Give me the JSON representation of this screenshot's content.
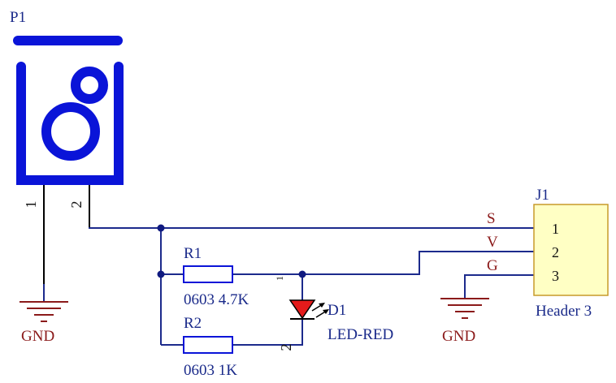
{
  "colors": {
    "wire": "#1c2a8c",
    "junction": "#101a80",
    "symbol_blue": "#0a14d8",
    "pin": "#000000",
    "power_red": "#8b1a1a",
    "led_fill": "#e41b1b",
    "header_fill": "#ffffc4",
    "header_stroke": "#c79a2a"
  },
  "components": {
    "p1": {
      "designator": "P1",
      "pin1": "1",
      "pin2": "2"
    },
    "r1": {
      "designator": "R1",
      "value": "0603 4.7K"
    },
    "r2": {
      "designator": "R2",
      "value": "0603 1K"
    },
    "d1": {
      "designator": "D1",
      "value": "LED-RED",
      "pin1": "1",
      "pin2": "2"
    },
    "j1": {
      "designator": "J1",
      "value": "Header 3",
      "pins": [
        {
          "number": "1",
          "net": "S"
        },
        {
          "number": "2",
          "net": "V"
        },
        {
          "number": "3",
          "net": "G"
        }
      ]
    }
  },
  "power": {
    "gnd_left": "GND",
    "gnd_right": "GND"
  }
}
